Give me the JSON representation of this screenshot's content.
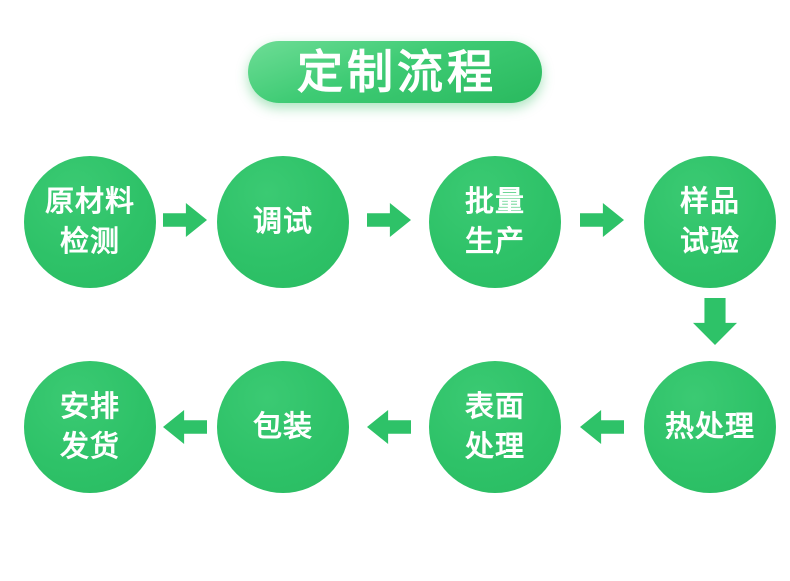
{
  "header": {
    "title": "定制流程"
  },
  "colors": {
    "green": "#2ec268",
    "header_gradient_top": "#6edd96",
    "header_gradient_bottom": "#29b95e",
    "text_on_green": "#ffffff",
    "background": "#ffffff"
  },
  "flow": {
    "steps": [
      {
        "id": "raw-material-testing",
        "label": "原材料\n检测"
      },
      {
        "id": "tuning",
        "label": "调试"
      },
      {
        "id": "mass-production",
        "label": "批量\n生产"
      },
      {
        "id": "sample-testing",
        "label": "样品\n试验"
      },
      {
        "id": "heat-treatment",
        "label": "热处理"
      },
      {
        "id": "surface-treatment",
        "label": "表面\n处理"
      },
      {
        "id": "packaging",
        "label": "包装"
      },
      {
        "id": "arrange-shipping",
        "label": "安排\n发货"
      }
    ],
    "connector_directions": [
      "right",
      "right",
      "right",
      "down",
      "left",
      "left",
      "left"
    ]
  }
}
